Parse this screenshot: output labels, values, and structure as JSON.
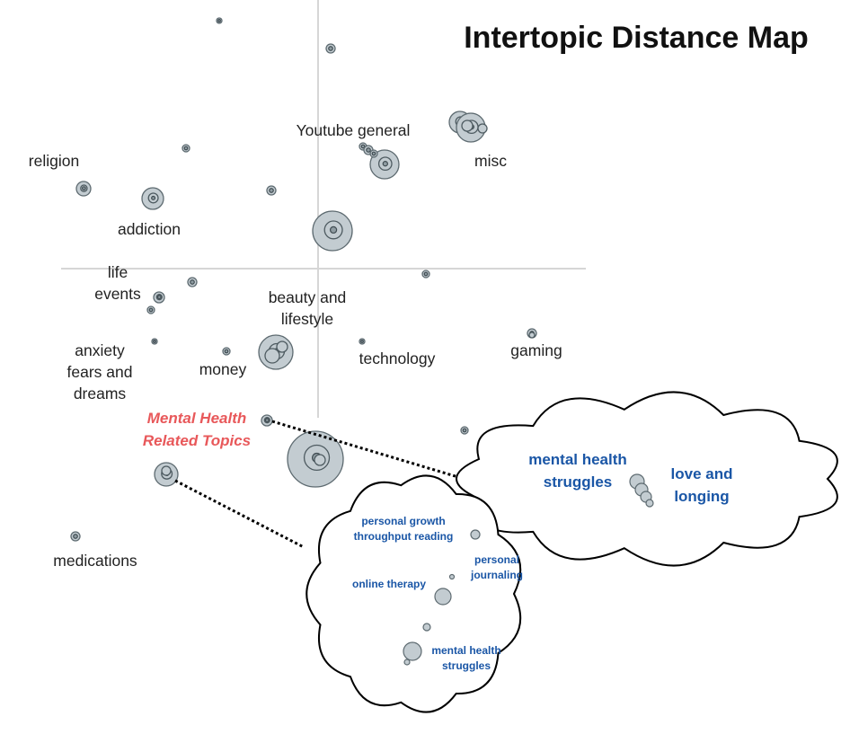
{
  "colors": {
    "bubble_fill": "#c3ccd1",
    "bubble_stroke": "#5d6a70",
    "highlight_red": "#e8585a",
    "cloud_blue": "#1a56a6",
    "axis_line": "#d6d6d6"
  },
  "chart_data": {
    "type": "scatter",
    "title": "Intertopic Distance Map",
    "grid": "cross-axes through center",
    "encoding": "bubble size shows topic size",
    "topic_labels": [
      "Youtube general",
      "misc",
      "religion",
      "addiction",
      "life\nevents",
      "beauty and\nlifestyle",
      "anxiety\nfears and\ndreams",
      "money",
      "technology",
      "gaming",
      "medications"
    ],
    "highlight_label": "Mental Health\nRelated Topics",
    "zoom_clouds": [
      {
        "topics": [
          "mental health\nstruggles",
          "love and\nlonging"
        ]
      },
      {
        "topics": [
          "personal growth\nthroughput reading",
          "personal\njournaling",
          "online therapy",
          "mental health\nstruggles"
        ]
      }
    ]
  }
}
